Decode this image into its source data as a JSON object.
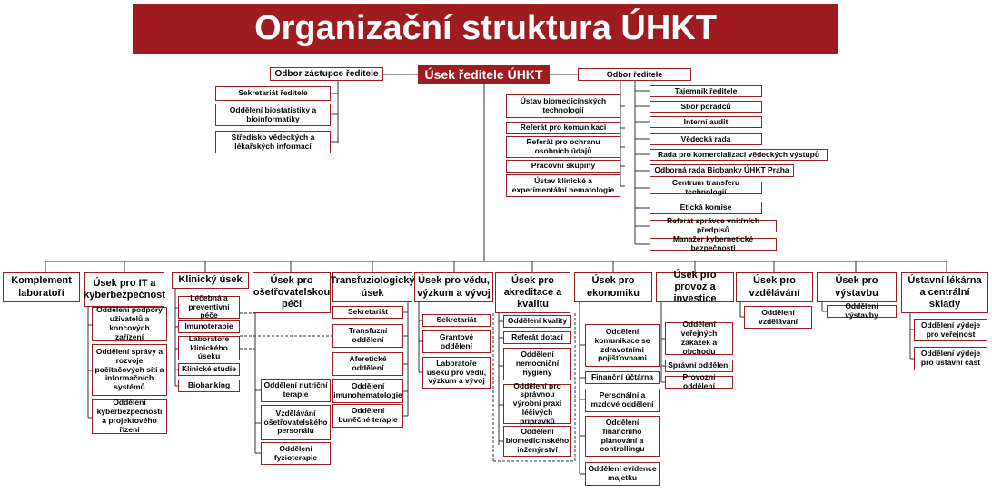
{
  "title": "Organizační struktura ÚHKT",
  "top": {
    "deputy": "Odbor zástupce ředitele",
    "director_section": "Úsek ředitele ÚHKT",
    "director_dept": "Odbor ředitele"
  },
  "deputy_units": [
    "Sekretariát ředitele",
    "Oddělení biostatistiky a bioinformatiky",
    "Středisko vědeckých a lékařských informací"
  ],
  "director_left_units": [
    "Ústav biomedicínských technologií",
    "Referát pro komunikaci",
    "Referát pro ochranu osobních údajů",
    "Pracovní skupiny",
    "Ústav klinické a experimentální hematologie"
  ],
  "director_right_units": [
    "Tajemník ředitele",
    "Sbor poradců",
    "Interní audit",
    "Vědecká rada",
    "Rada pro komercializaci vědeckých výstupů",
    "Odborná rada Biobanky ÚHKT Praha",
    "Centrum transferu technologií",
    "Etická komise",
    "Referát správce vnitřních předpisů",
    "Manažer kybernetické bezpečnosti"
  ],
  "sections": [
    {
      "name": "Komplement laboratoří",
      "units": []
    },
    {
      "name": "Úsek pro IT a kyberbezpečnost",
      "units": [
        "Oddělení podpory uživatelů a koncových zařízení",
        "Oddělení správy a rozvoje počítačových sítí a informačních systémů",
        "Oddělení kyberbezpečnosti a projektového řízení"
      ]
    },
    {
      "name": "Klinický úsek",
      "units": [
        "Léčebná a preventivní péče",
        "Imunoterapie",
        "Laboratoře klinického úseku",
        "Klinické studie",
        "Biobanking"
      ]
    },
    {
      "name": "Úsek pro ošetřovatelskou péči",
      "units": [
        "Oddělení nutriční terapie",
        "Vzdělávání ošetřovatelského personálu",
        "Oddělení fyzioterapie"
      ]
    },
    {
      "name": "Transfuziologický úsek",
      "units": [
        "Sekretariát",
        "Transfuzní oddělení",
        "Aferetické oddělení",
        "Oddělení imunohematologie",
        "Oddělení buněčné terapie"
      ]
    },
    {
      "name": "Úsek pro vědu, výzkum a vývoj",
      "units": [
        "Sekretariát",
        "Grantové oddělení",
        "Laboratoře úseku pro vědu, výzkum a vývoj"
      ]
    },
    {
      "name": "Úsek pro akreditace a kvalitu",
      "units": [
        "Oddělení kvality",
        "Referát dotací",
        "Oddělení nemocniční hygieny",
        "Oddělení pro správnou výrobní praxi léčivých přípravků",
        "Oddělení biomedicínského inženýrství"
      ]
    },
    {
      "name": "Úsek pro ekonomiku",
      "units": [
        "Oddělení komunikace se zdravotními pojišťovnami",
        "Finanční účtárna",
        "Personální a mzdové oddělení",
        "Oddělení finančního plánování a controllingu",
        "Oddělení evidence majetku"
      ]
    },
    {
      "name": "Úsek pro provoz a investice",
      "units": [
        "Oddělení veřejných zakázek a obchodu",
        "Správní oddělení",
        "Provozní oddělení"
      ]
    },
    {
      "name": "Úsek pro vzdělávání",
      "units": [
        "Oddělení vzdělávání"
      ]
    },
    {
      "name": "Úsek pro výstavbu",
      "units": [
        "Oddělení výstavby"
      ]
    },
    {
      "name": "Ústavní lékárna a centrální sklady",
      "units": [
        "Oddělení výdeje pro veřejnost",
        "Oddělení výdeje pro ústavní část"
      ]
    }
  ]
}
